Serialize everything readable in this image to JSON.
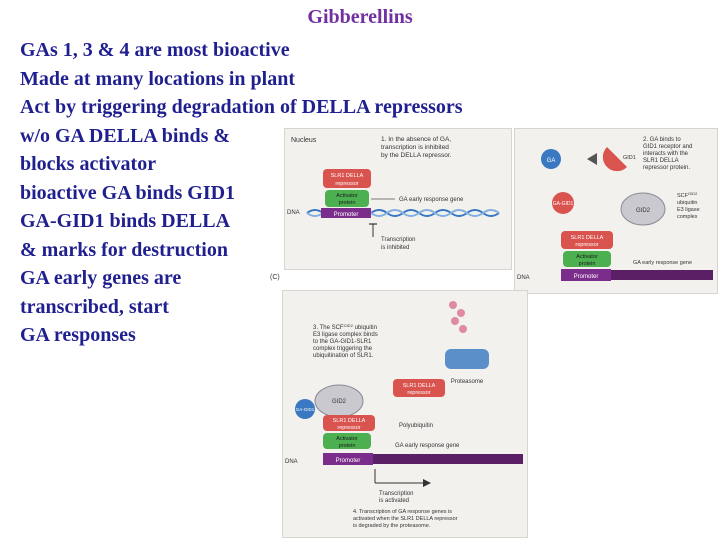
{
  "title": "Gibberellins",
  "bullets": [
    "GAs 1, 3 & 4 are most bioactive",
    "Made at many locations in plant",
    "Act by triggering degradation of DELLA repressors",
    "w/o GA DELLA binds &",
    "blocks activator",
    "bioactive GA binds GID1",
    "GA-GID1 binds DELLA",
    "& marks for destruction",
    "GA early genes are",
    "transcribed, start",
    "GA responses"
  ],
  "colors": {
    "title": "#7030a0",
    "bullets": "#1f1f8f",
    "della": "#d9534f",
    "activator": "#4caf50",
    "promoter": "#7b2d8b"
  },
  "panel1": {
    "nucleus": "Nucleus",
    "caption1": "1. In the absence of GA,",
    "caption2": "transcription is inhibited",
    "caption3": "by the DELLA repressor.",
    "slr1a": "SLR1 DELLA",
    "slr1b": "repressor",
    "act1": "Activator",
    "act2": "protein",
    "promoter": "Promoter",
    "gene": "GA early response gene",
    "dna": "DNA",
    "inh1": "Transcription",
    "inh2": "is inhibited"
  },
  "panel2": {
    "caption1": "2. GA binds to",
    "caption2": "GID1 receptor and",
    "caption3": "interacts with the",
    "caption4": "SLR1 DELLA",
    "caption5": "repressor protein.",
    "ga": "GA",
    "gid1": "GID1",
    "gagid1": "GA-GID1",
    "gid2": "GID2",
    "scf1": "SCF",
    "scf1sup": "GID2",
    "scf2": "ubiquitin",
    "scf3": "E3 ligase",
    "scf4": "complex",
    "slr1a": "SLR1 DELLA",
    "slr1b": "repressor",
    "act1": "Activator",
    "act2": "protein",
    "promoter": "Promoter",
    "gene": "GA early response gene",
    "dna": "DNA"
  },
  "panel3": {
    "side": "(C)",
    "caption1": "3. The SCF",
    "caption1sup": "GID2",
    "caption1b": "ubiquitin",
    "caption2": "E3 ligase complex binds",
    "caption3": "to the GA-GID1-SLR1",
    "caption4": "complex triggering the",
    "caption5": "ubiquitination of SLR1.",
    "slr1a": "SLR1 DELLA",
    "slr1b": "repressor",
    "proteasome": "Proteasome",
    "gid2": "GID2",
    "gagid1": "GA-GID1",
    "slr1c": "SLR1 DELLA",
    "slr1d": "repressor",
    "polyub": "Polyubiquitin",
    "act1": "Activator",
    "act2": "protein",
    "gene": "GA early response gene",
    "promoter": "Promoter",
    "dna": "DNA",
    "act3": "Transcription",
    "act4": "is activated",
    "caption6": "4. Transcription of GA response genes is",
    "caption7": "activated when the SLR1 DELLA repressor",
    "caption8": "is degraded by the proteasome."
  }
}
